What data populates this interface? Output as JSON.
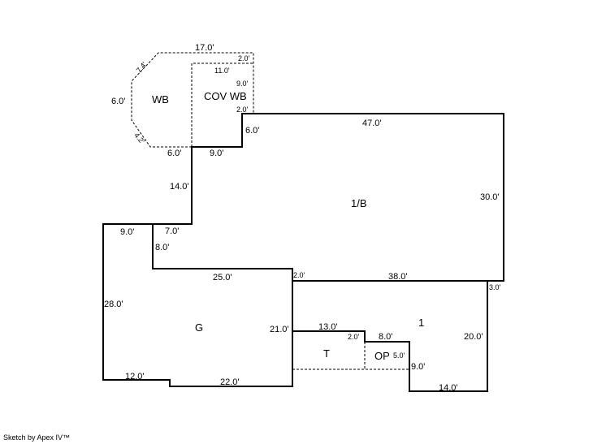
{
  "areas": {
    "wb": "WB",
    "cov_wb": "COV WB",
    "main": "1/B",
    "garage": "G",
    "first": "1",
    "t": "T",
    "op": "OP"
  },
  "dimensions": {
    "wb_top": "17.0'",
    "wb_diag_top": "7.4'",
    "wb_left": "6.0'",
    "wb_diag_bottom": "4.2'",
    "wb_bottom": "6.0'",
    "cov_top_right": "2.0'",
    "cov_top": "11.0'",
    "cov_right": "9.0'",
    "cov_bottom_right": "2.0'",
    "step_6": "6.0'",
    "step_9": "9.0'",
    "main_top": "47.0'",
    "main_right": "30.0'",
    "left_14": "14.0'",
    "g_top_9": "9.0'",
    "g_top_7": "7.0'",
    "g_8": "8.0'",
    "g_25": "25.0'",
    "g_left": "28.0'",
    "g_right": "21.0'",
    "g_bottom_12": "12.0'",
    "g_bottom_22": "22.0'",
    "small_2": "2.0'",
    "main_bottom_38": "38.0'",
    "right_3": "3.0'",
    "first_right": "20.0'",
    "t_top": "13.0'",
    "t_step": "2.0'",
    "op_top": "8.0'",
    "op_right": "5.0'",
    "first_9": "9.0'",
    "first_bottom": "14.0'"
  },
  "footer": {
    "credit": "Sketch by Apex IV™"
  }
}
